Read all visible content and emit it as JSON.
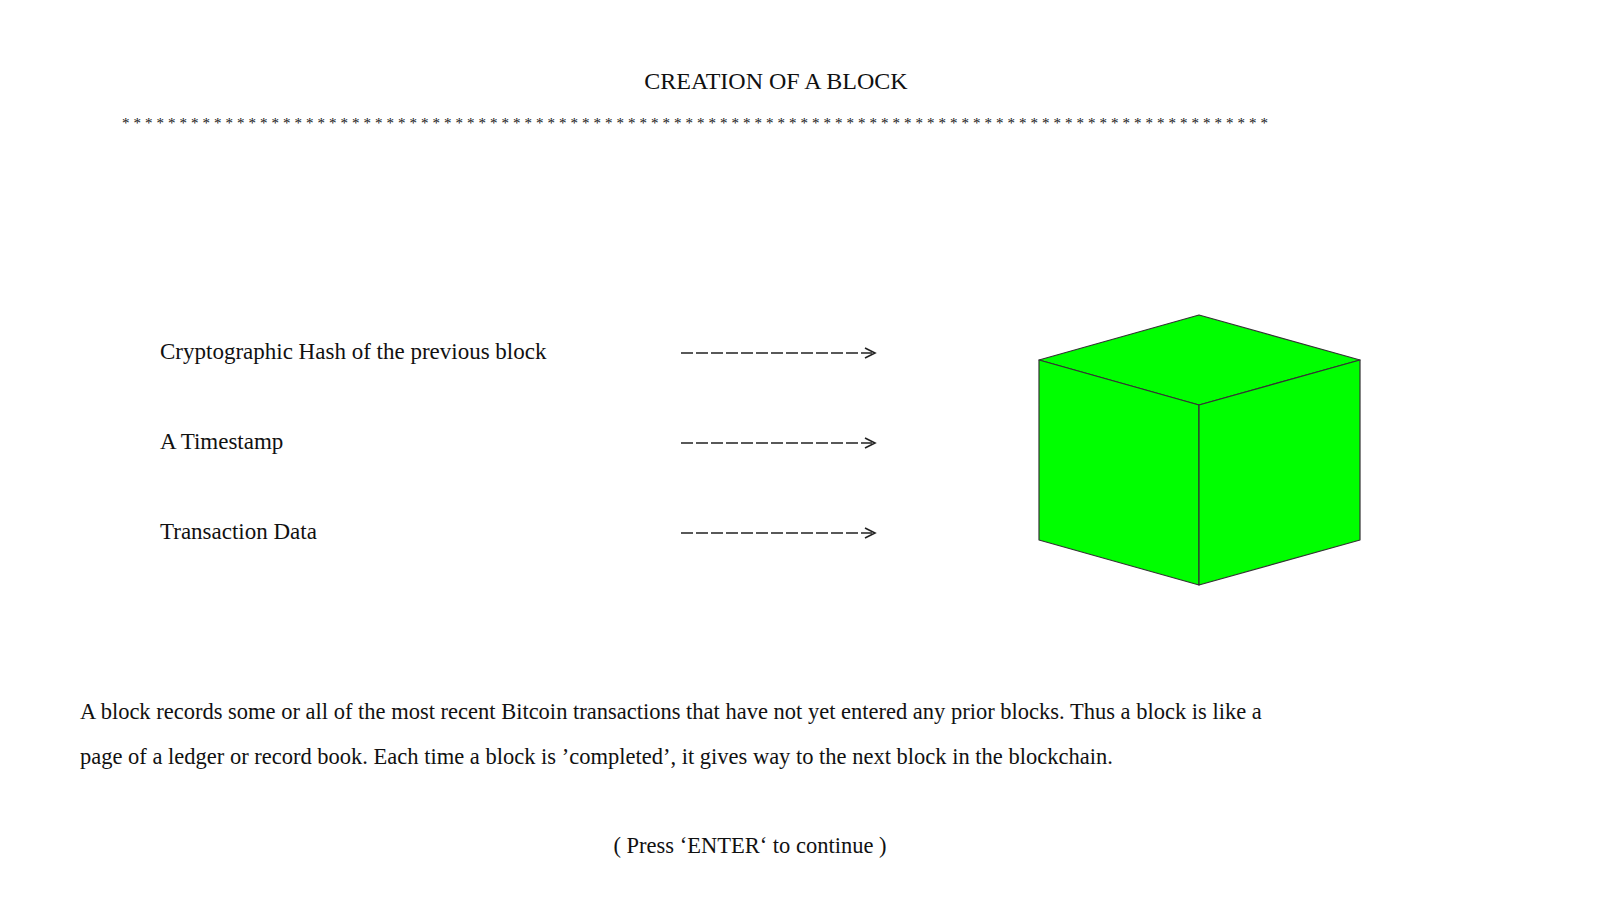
{
  "diagram": {
    "title": "CREATION OF A BLOCK",
    "labels": [
      "****************************************************************************************************",
      "Cryptographic Hash of the previous block",
      "A Timestamp",
      "Transaction Data",
      "A block records some or all of the most recent Bitcoin transactions that have not yet entered any prior blocks. Thus a block is like a page of a ledger or record book. Each time a block is ’completed’, it gives way to the next block in the blockchain.",
      "( Press ‘ENTER‘ to continue )"
    ]
  }
}
